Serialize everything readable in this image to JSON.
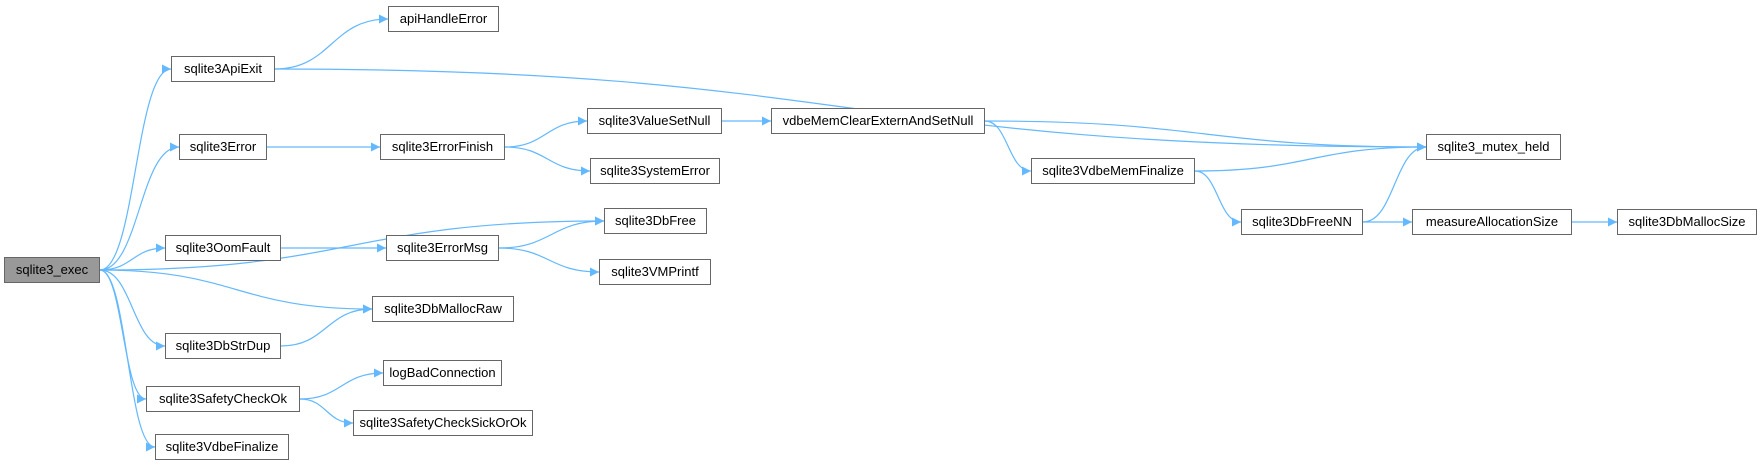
{
  "graph": {
    "edge_color": "#63b8ff",
    "node_border_color": "#666666",
    "root_fill_color": "#999999",
    "nodes": [
      {
        "id": "sqlite3_exec",
        "label": "sqlite3_exec",
        "root": true
      },
      {
        "id": "sqlite3ApiExit",
        "label": "sqlite3ApiExit"
      },
      {
        "id": "apiHandleError",
        "label": "apiHandleError"
      },
      {
        "id": "sqlite3Error",
        "label": "sqlite3Error"
      },
      {
        "id": "sqlite3ErrorFinish",
        "label": "sqlite3ErrorFinish"
      },
      {
        "id": "sqlite3ValueSetNull",
        "label": "sqlite3ValueSetNull"
      },
      {
        "id": "sqlite3SystemError",
        "label": "sqlite3SystemError"
      },
      {
        "id": "vdbeMemClearExternAndSetNull",
        "label": "vdbeMemClearExternAndSetNull"
      },
      {
        "id": "sqlite3VdbeMemFinalize",
        "label": "sqlite3VdbeMemFinalize"
      },
      {
        "id": "sqlite3_mutex_held",
        "label": "sqlite3_mutex_held"
      },
      {
        "id": "sqlite3DbFreeNN",
        "label": "sqlite3DbFreeNN"
      },
      {
        "id": "measureAllocationSize",
        "label": "measureAllocationSize"
      },
      {
        "id": "sqlite3DbMallocSize",
        "label": "sqlite3DbMallocSize"
      },
      {
        "id": "sqlite3DbFree",
        "label": "sqlite3DbFree"
      },
      {
        "id": "sqlite3OomFault",
        "label": "sqlite3OomFault"
      },
      {
        "id": "sqlite3ErrorMsg",
        "label": "sqlite3ErrorMsg"
      },
      {
        "id": "sqlite3VMPrintf",
        "label": "sqlite3VMPrintf"
      },
      {
        "id": "sqlite3DbMallocRaw",
        "label": "sqlite3DbMallocRaw"
      },
      {
        "id": "sqlite3DbStrDup",
        "label": "sqlite3DbStrDup"
      },
      {
        "id": "sqlite3SafetyCheckOk",
        "label": "sqlite3SafetyCheckOk"
      },
      {
        "id": "logBadConnection",
        "label": "logBadConnection"
      },
      {
        "id": "sqlite3SafetyCheckSickOrOk",
        "label": "sqlite3SafetyCheckSickOrOk"
      },
      {
        "id": "sqlite3VdbeFinalize",
        "label": "sqlite3VdbeFinalize"
      }
    ],
    "edges": [
      [
        "sqlite3_exec",
        "sqlite3ApiExit"
      ],
      [
        "sqlite3ApiExit",
        "apiHandleError"
      ],
      [
        "sqlite3ApiExit",
        "sqlite3_mutex_held"
      ],
      [
        "sqlite3_exec",
        "sqlite3Error"
      ],
      [
        "sqlite3Error",
        "sqlite3ErrorFinish"
      ],
      [
        "sqlite3ErrorFinish",
        "sqlite3ValueSetNull"
      ],
      [
        "sqlite3ErrorFinish",
        "sqlite3SystemError"
      ],
      [
        "sqlite3ValueSetNull",
        "vdbeMemClearExternAndSetNull"
      ],
      [
        "vdbeMemClearExternAndSetNull",
        "sqlite3_mutex_held"
      ],
      [
        "vdbeMemClearExternAndSetNull",
        "sqlite3VdbeMemFinalize"
      ],
      [
        "sqlite3VdbeMemFinalize",
        "sqlite3_mutex_held"
      ],
      [
        "sqlite3VdbeMemFinalize",
        "sqlite3DbFreeNN"
      ],
      [
        "sqlite3DbFreeNN",
        "sqlite3_mutex_held"
      ],
      [
        "sqlite3DbFreeNN",
        "measureAllocationSize"
      ],
      [
        "measureAllocationSize",
        "sqlite3DbMallocSize"
      ],
      [
        "sqlite3_exec",
        "sqlite3DbFree"
      ],
      [
        "sqlite3_exec",
        "sqlite3OomFault"
      ],
      [
        "sqlite3OomFault",
        "sqlite3ErrorMsg"
      ],
      [
        "sqlite3ErrorMsg",
        "sqlite3DbFree"
      ],
      [
        "sqlite3ErrorMsg",
        "sqlite3VMPrintf"
      ],
      [
        "sqlite3_exec",
        "sqlite3DbMallocRaw"
      ],
      [
        "sqlite3_exec",
        "sqlite3DbStrDup"
      ],
      [
        "sqlite3DbStrDup",
        "sqlite3DbMallocRaw"
      ],
      [
        "sqlite3_exec",
        "sqlite3SafetyCheckOk"
      ],
      [
        "sqlite3SafetyCheckOk",
        "logBadConnection"
      ],
      [
        "sqlite3SafetyCheckOk",
        "sqlite3SafetyCheckSickOrOk"
      ],
      [
        "sqlite3_exec",
        "sqlite3VdbeFinalize"
      ]
    ]
  }
}
